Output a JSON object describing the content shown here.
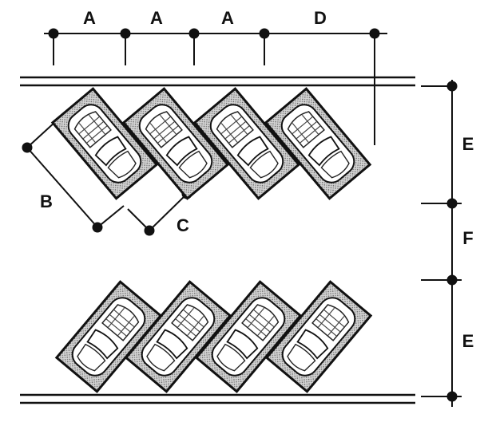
{
  "diagram": {
    "labels": {
      "a1": "A",
      "a2": "A",
      "a3": "A",
      "d": "D",
      "e_top": "E",
      "f": "F",
      "e_bottom": "E",
      "b": "B",
      "c": "C"
    },
    "rows": [
      {
        "name": "top-row",
        "car_count": 4,
        "angle_deg": 45
      },
      {
        "name": "bottom-row",
        "car_count": 4,
        "angle_deg": -45
      }
    ],
    "icons": {
      "car": "car-top-view-icon",
      "stall": "parking-stall-icon"
    },
    "colors": {
      "ink": "#111111",
      "stall_fill": "#bcbcbc",
      "background": "#ffffff"
    }
  }
}
